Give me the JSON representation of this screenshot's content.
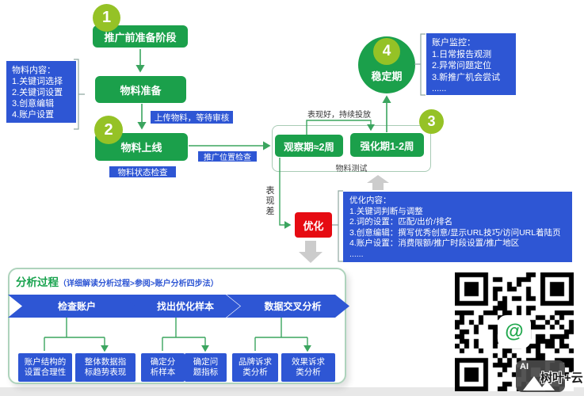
{
  "colors": {
    "green": "#1ba04b",
    "light_green": "#95c226",
    "blue": "#2e56d4",
    "red": "#e60b12",
    "line_green": "#3ba55f",
    "gray_arrow": "#cccccc"
  },
  "stage1": {
    "number": "1",
    "title": "推广前准备阶段"
  },
  "materials_box": {
    "title": "物料内容：",
    "items": [
      "1.关键词选择",
      "2.关键词设置",
      "3.创意编辑",
      "4.账户设置"
    ]
  },
  "prepare_box": {
    "title": "物料准备"
  },
  "upload_label": "上传物料，等待审核",
  "stage2": {
    "number": "2",
    "title": "物料上线"
  },
  "status_check_label": "物料状态检查",
  "position_check_label": "推广位置检查",
  "test_group": {
    "observe": "观察期≈2周",
    "strengthen": "强化期1-2周",
    "label": "物料测试",
    "number": "3"
  },
  "good_label": "表现好，持续投放",
  "stage4": {
    "number": "4",
    "title": "稳定期"
  },
  "monitor_box": {
    "title": "账户监控：",
    "items": [
      "1.日常报告观测",
      "2.异常问题定位",
      "3.新推广机会尝试",
      "......"
    ]
  },
  "bad_label": "表现差",
  "optimize_box": {
    "title": "优化"
  },
  "optimize_detail": {
    "title": "优化内容：",
    "items": [
      "1.关键词判断与调整",
      "2.词的设置：匹配/出价/排名",
      "3.创意编辑：撰写优秀创意/显示URL技巧/访问URL着陆页",
      "4.账户设置：消费限额/推广时段设置/推广地区",
      "......"
    ]
  },
  "analysis": {
    "title": "分析过程",
    "subtitle": "（详细解读分析过程>参阅>账户分析四步法）",
    "steps": [
      "检查账户",
      "找出优化样本",
      "数据交叉分析"
    ],
    "boxes": [
      {
        "line1": "账户结构的",
        "line2": "设置合理性"
      },
      {
        "line1": "整体数据指",
        "line2": "标趋势表现"
      },
      {
        "line1": "确定分",
        "line2": "析样本"
      },
      {
        "line1": "确定问",
        "line2": "题指标"
      },
      {
        "line1": "品牌诉求",
        "line2": "类分析"
      },
      {
        "line1": "效果诉求",
        "line2": "类分析"
      }
    ]
  },
  "qr": {
    "center_symbol": "@",
    "placeholder_label": "AI",
    "watermark": "树叶+云"
  }
}
